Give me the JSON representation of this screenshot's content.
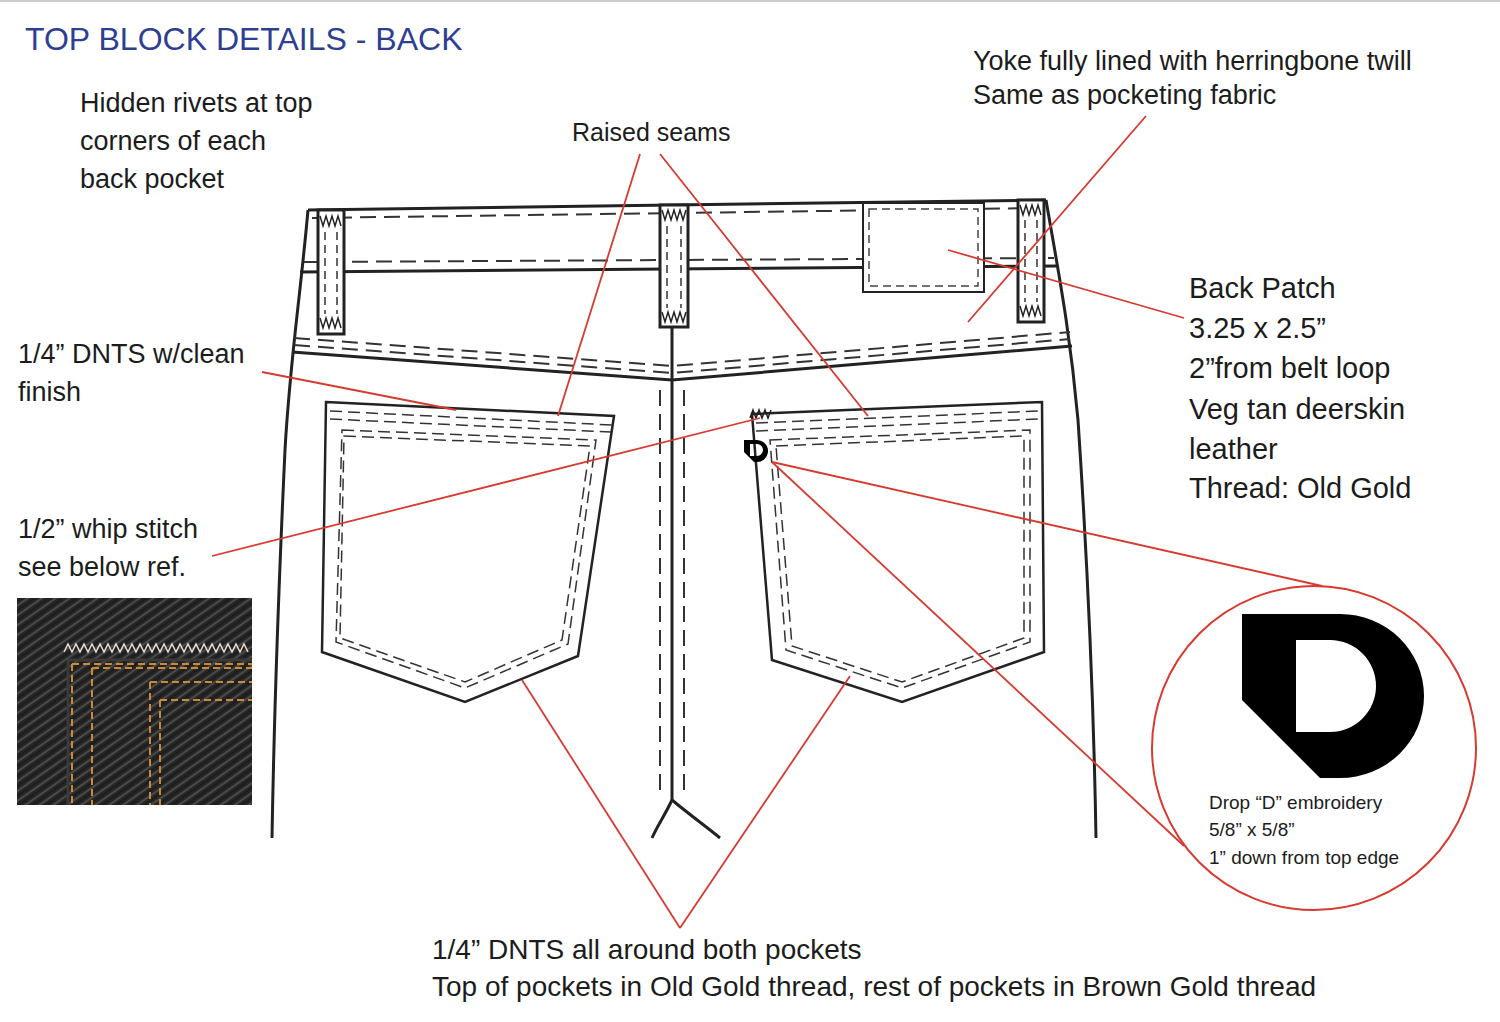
{
  "diagram": {
    "title": "TOP BLOCK DETAILS - BACK",
    "nodes": [
      {
        "text": [
          "Drop “D” embroidery",
          "5/8” x 5/8”",
          "1” down from top edge"
        ]
      }
    ],
    "labels": [
      "Hidden rivets at top corners of each back pocket",
      "Raised seams",
      "Yoke fully lined with herringbone twill",
      "Same as pocketing fabric",
      "Back Patch",
      "3.25 x 2.5”",
      "2”from belt loop",
      "Veg tan deerskin leather",
      "Thread: Old Gold",
      "1/4” DNTS w/clean finish",
      "1/2” whip stitch see below ref.",
      "1/4” DNTS all around both pockets",
      "Top of pockets in Old Gold thread, rest of pockets in Brown Gold thread"
    ]
  }
}
